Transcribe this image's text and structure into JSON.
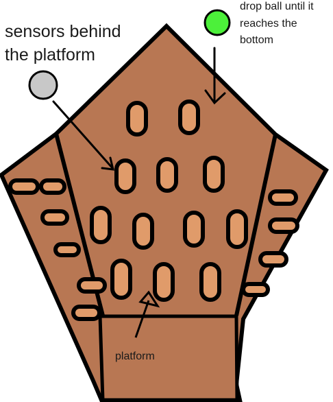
{
  "labels": {
    "sensors_line1": "sensors behind",
    "sensors_line2": "the platform",
    "drop_line1": "drop ball until it",
    "drop_line2": "reaches the",
    "drop_line3": "bottom",
    "platform": "platform"
  },
  "colors": {
    "board_fill": "#b87753",
    "peg_fill": "#e09b6a",
    "outline": "#000000",
    "green_ball": "#4cf03a",
    "gray_ball": "#c8c8c8"
  }
}
